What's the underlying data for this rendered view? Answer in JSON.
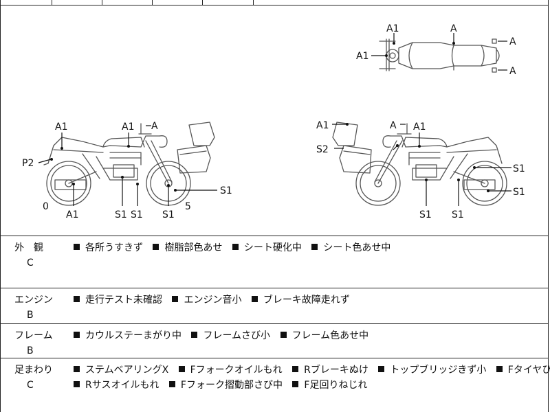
{
  "diagram": {
    "top_view_labels": [
      "A1",
      "A",
      "A1",
      "A",
      "A"
    ],
    "left_view_labels": [
      "A1",
      "A1",
      "A",
      "P2",
      "S1",
      "0",
      "A1",
      "S1",
      "S1",
      "S1",
      "5"
    ],
    "right_view_labels": [
      "A1",
      "A",
      "A1",
      "S2",
      "S1",
      "S1",
      "S1",
      "S1"
    ]
  },
  "sections": [
    {
      "label": "外　観",
      "grade": "C",
      "lines": [
        [
          "各所うすきず",
          "樹脂部色あせ",
          "シート硬化中",
          "シート色あせ中"
        ]
      ]
    },
    {
      "label": "エンジン",
      "grade": "B",
      "lines": [
        [
          "走行テスト未確認",
          "エンジン音小",
          "ブレーキ故障走れず"
        ]
      ]
    },
    {
      "label": "フレーム",
      "grade": "B",
      "lines": [
        [
          "カウルステーまがり中",
          "フレームさび小",
          "フレーム色あせ中"
        ]
      ]
    },
    {
      "label": "足まわり",
      "grade": "C",
      "lines": [
        [
          "ステムベアリングX",
          "Fフォークオイルもれ",
          "Rブレーキぬけ",
          "トップブリッジきず小",
          "Fタイヤひび中"
        ],
        [
          "Rサスオイルもれ",
          "Fフォーク摺動部さび中",
          "F足回りねじれ"
        ]
      ]
    }
  ]
}
